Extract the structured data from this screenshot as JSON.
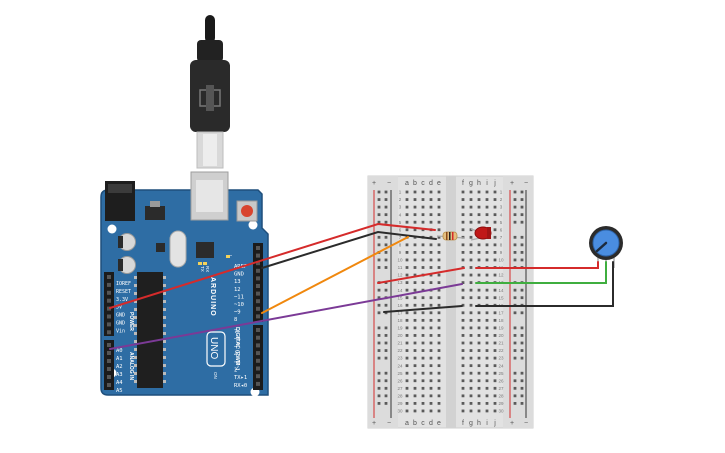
{
  "arduino": {
    "brand": "ARDUINO",
    "model": "UNO",
    "power_header": [
      "IOREF",
      "RESET",
      "3.3V",
      "5V",
      "GND",
      "GND",
      "Vin"
    ],
    "power_title": "POWER",
    "analog_header": [
      "A0",
      "A1",
      "A2",
      "A3",
      "A4",
      "A5"
    ],
    "analog_title": "ANALOG IN",
    "digital_top": [
      "AREF",
      "GND",
      "13",
      "12",
      "~11",
      "~10",
      "~9",
      "8"
    ],
    "digital_bottom": [
      "7",
      "~6",
      "~5",
      "4",
      "~3",
      "2",
      "TX▸1",
      "RX◂0"
    ],
    "digital_title": "DIGITAL (PWM~)",
    "led_tx": "TX",
    "led_rx": "RX",
    "led_l": "L",
    "on": "ON"
  },
  "breadboard": {
    "cols_left": [
      "a",
      "b",
      "c",
      "d",
      "e"
    ],
    "cols_right": [
      "f",
      "g",
      "h",
      "i",
      "j"
    ],
    "plus": "+",
    "minus": "−",
    "rows": 30
  },
  "colors": {
    "board": "#2e6da4",
    "board_edge": "#1f4f7c",
    "wire_red": "#d52b2b",
    "wire_black": "#2b2b2b",
    "wire_orange": "#f0880e",
    "wire_purple": "#7b3a96",
    "wire_green": "#3fae3f",
    "led": "#c01818",
    "pot": "#4a8de0"
  }
}
